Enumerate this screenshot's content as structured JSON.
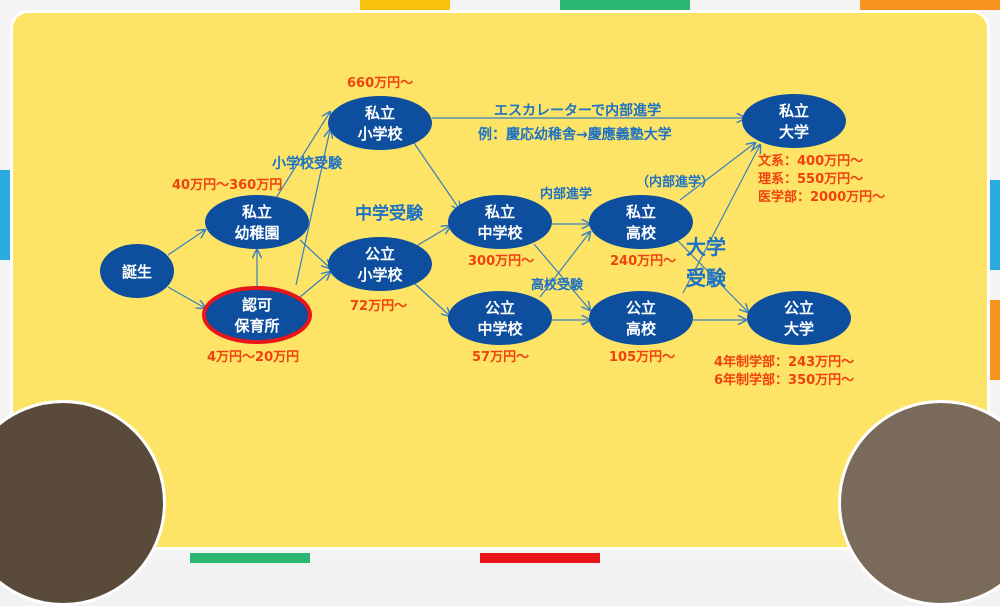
{
  "colors": {
    "node": "#0d4f9e",
    "cost": "#f0420f",
    "label": "#1d72c4",
    "board": "#fde466",
    "highlight": "#e8161b"
  },
  "nodes": {
    "birth": "誕生",
    "private_kindergarten": [
      "私立",
      "幼稚園"
    ],
    "nursery": [
      "認可",
      "保育所"
    ],
    "private_elementary": [
      "私立",
      "小学校"
    ],
    "public_elementary": [
      "公立",
      "小学校"
    ],
    "private_junior_high": [
      "私立",
      "中学校"
    ],
    "public_junior_high": [
      "公立",
      "中学校"
    ],
    "private_high": [
      "私立",
      "高校"
    ],
    "public_high": [
      "公立",
      "高校"
    ],
    "private_university": [
      "私立",
      "大学"
    ],
    "public_university": [
      "公立",
      "大学"
    ]
  },
  "costs": {
    "private_kindergarten": "40万円～360万円",
    "nursery": "4万円～20万円",
    "private_elementary": "660万円～",
    "public_elementary": "72万円～",
    "private_junior_high": "300万円～",
    "public_junior_high": "57万円～",
    "private_high": "240万円～",
    "public_high": "105万円～",
    "private_university": [
      "文系：400万円～",
      "理系：550万円～",
      "医学部：2000万円～"
    ],
    "public_university": [
      "4年制学部：243万円～",
      "6年制学部：350万円～"
    ]
  },
  "labels": {
    "elementary_exam": "小学校受験",
    "junior_high_exam": "中学受験",
    "high_exam": "高校受験",
    "university_exam": [
      "大学",
      "受験"
    ],
    "internal": "内部進学",
    "internal_paren": "（内部進学）",
    "escalator": "エスカレーターで内部進学",
    "escalator_example": "例：慶応幼稚舎→慶應義塾大学"
  }
}
